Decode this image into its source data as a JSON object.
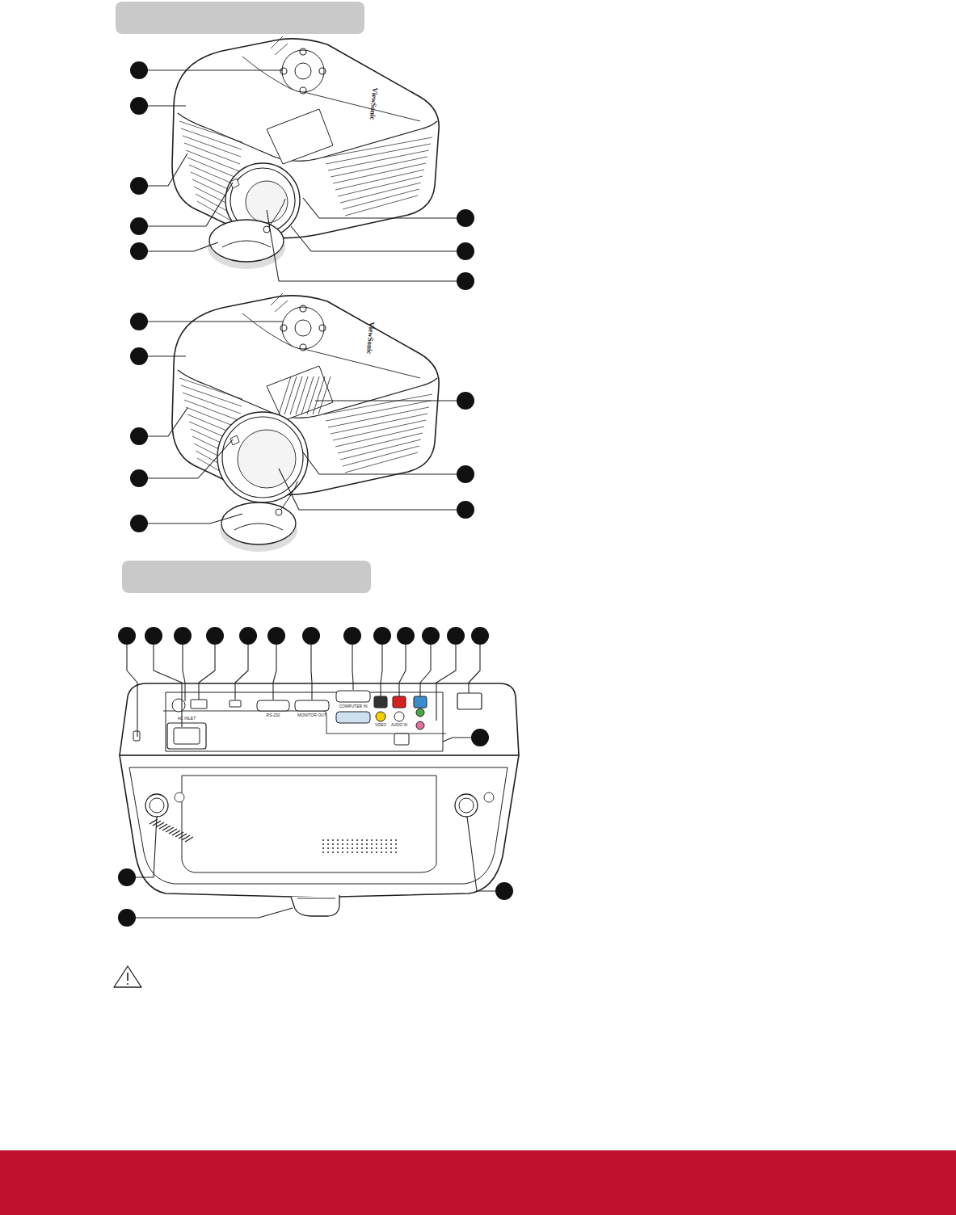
{
  "diagram": {
    "labels": [
      "ViewSonic",
      "ViewSonic",
      "AC INLET",
      "RS-232",
      "MONITOR OUT",
      "COMPUTER IN",
      "VIDEO",
      "AUDIO IN"
    ]
  }
}
